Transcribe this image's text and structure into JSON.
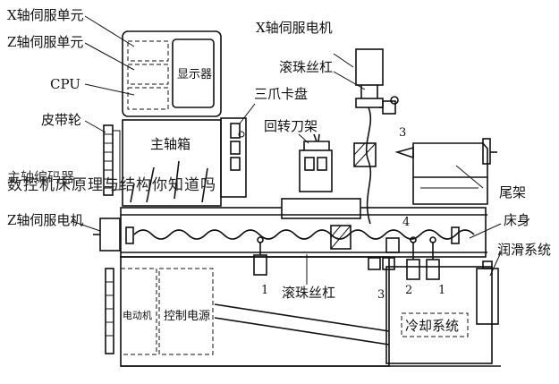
{
  "labels": {
    "x_servo_unit": "X轴伺服单元",
    "z_servo_unit": "Z轴伺服单元",
    "cpu": "CPU",
    "display": "显示器",
    "x_servo_motor": "X轴伺服电机",
    "ball_screw_top": "滚珠丝杠",
    "three_jaw_chuck": "三爪卡盘",
    "turret_tool_rest": "回转刀架",
    "belt_pulley": "皮带轮",
    "spindle_box": "主轴箱",
    "spindle_encoder": "主轴编码器",
    "tailstock": "尾架",
    "bed": "床身",
    "lubrication_system": "润滑系统",
    "z_servo_motor": "Z轴伺服电机",
    "ball_screw_bottom": "滚珠丝杠",
    "motor": "电动机",
    "control_power": "控制电源",
    "cooling_system": "冷却系统",
    "num_1_left": "1",
    "num_1_right": "1",
    "num_2": "2",
    "num_3_top": "3",
    "num_3_bottom": "3",
    "num_4": "4"
  },
  "watermark": "数控机床原理与结构你知道吗"
}
